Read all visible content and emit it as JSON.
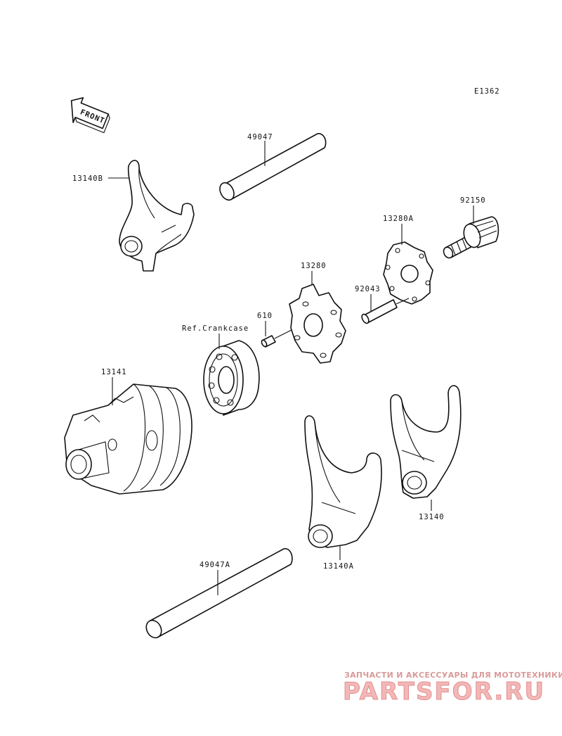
{
  "diagram_code": "E1362",
  "front_label": "FRONT",
  "labels": {
    "shaft_upper": "49047",
    "fork_left": "13140B",
    "bolt": "92150",
    "plate": "13280A",
    "star": "13280",
    "pin_long": "92043",
    "pin_short": "610",
    "bearing": "Ref.Crankcase",
    "drum": "13141",
    "fork_right": "13140",
    "fork_center": "13140A",
    "shaft_lower": "49047A"
  },
  "watermark": {
    "line1": "ЗАПЧАСТИ И АКСЕССУАРЫ ДЛЯ МОТОТЕХНИКИ",
    "line2": "PARTSFOR.RU"
  },
  "colors": {
    "line": "#111111",
    "watermark_fill": "#f2b8b8",
    "watermark_stroke": "#e48d8d"
  }
}
